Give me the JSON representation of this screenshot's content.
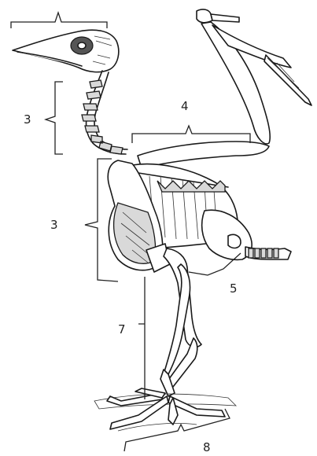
{
  "labels": {
    "skull": "",
    "neck": "3",
    "wing": "4",
    "chest": "3",
    "pelvis": "5",
    "leg": "7",
    "foot": "8"
  }
}
